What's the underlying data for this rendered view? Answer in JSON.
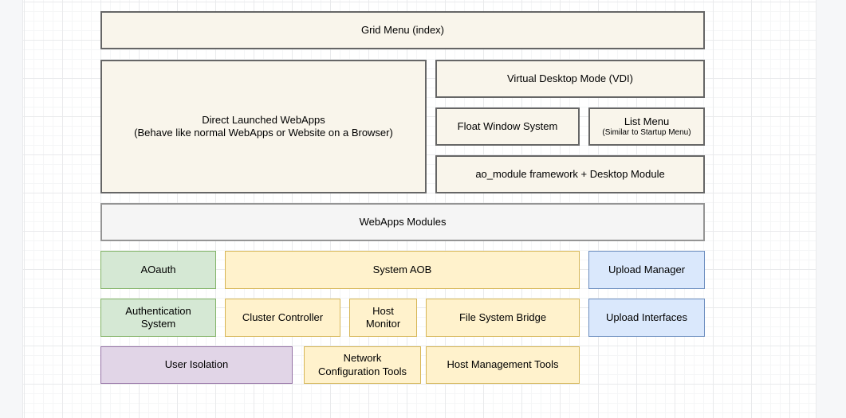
{
  "diagram": {
    "palette": {
      "neutral": {
        "fill": "#f9f5eb",
        "stroke": "#666666"
      },
      "gray": {
        "fill": "#f5f5f5",
        "stroke": "#949494"
      },
      "green": {
        "fill": "#d5e8d4",
        "stroke": "#82b366"
      },
      "yellow": {
        "fill": "#fff2cc",
        "stroke": "#d6b656"
      },
      "blue": {
        "fill": "#dae8fc",
        "stroke": "#6c8ebf"
      },
      "purple": {
        "fill": "#e1d5e7",
        "stroke": "#9673a6"
      }
    },
    "boxes": {
      "grid_menu": {
        "label": "Grid Menu (index)"
      },
      "direct_webapps": {
        "line1": "Direct Launched WebApps",
        "line2": "(Behave like normal WebApps or Website on a Browser)"
      },
      "vdi": {
        "label": "Virtual Desktop Mode (VDI)"
      },
      "float_window": {
        "label": "Float Window System"
      },
      "list_menu": {
        "title": "List Menu",
        "subtitle": "(Similar to Startup Menu)"
      },
      "ao_module": {
        "label": "ao_module framework + Desktop Module"
      },
      "webapps_modules": {
        "label": "WebApps Modules"
      },
      "aoauth": {
        "label": "AOauth"
      },
      "system_aob": {
        "label": "System AOB"
      },
      "upload_manager": {
        "label": "Upload Manager"
      },
      "authentication_system": {
        "label": "Authentication System"
      },
      "cluster_controller": {
        "label": "Cluster Controller"
      },
      "host_monitor": {
        "label": "Host Monitor"
      },
      "file_system_bridge": {
        "label": "File System Bridge"
      },
      "upload_interfaces": {
        "label": "Upload Interfaces"
      },
      "user_isolation": {
        "label": "User Isolation"
      },
      "network_configuration_tools": {
        "label": "Network Configuration Tools"
      },
      "host_management_tools": {
        "label": "Host Management Tools"
      }
    }
  }
}
